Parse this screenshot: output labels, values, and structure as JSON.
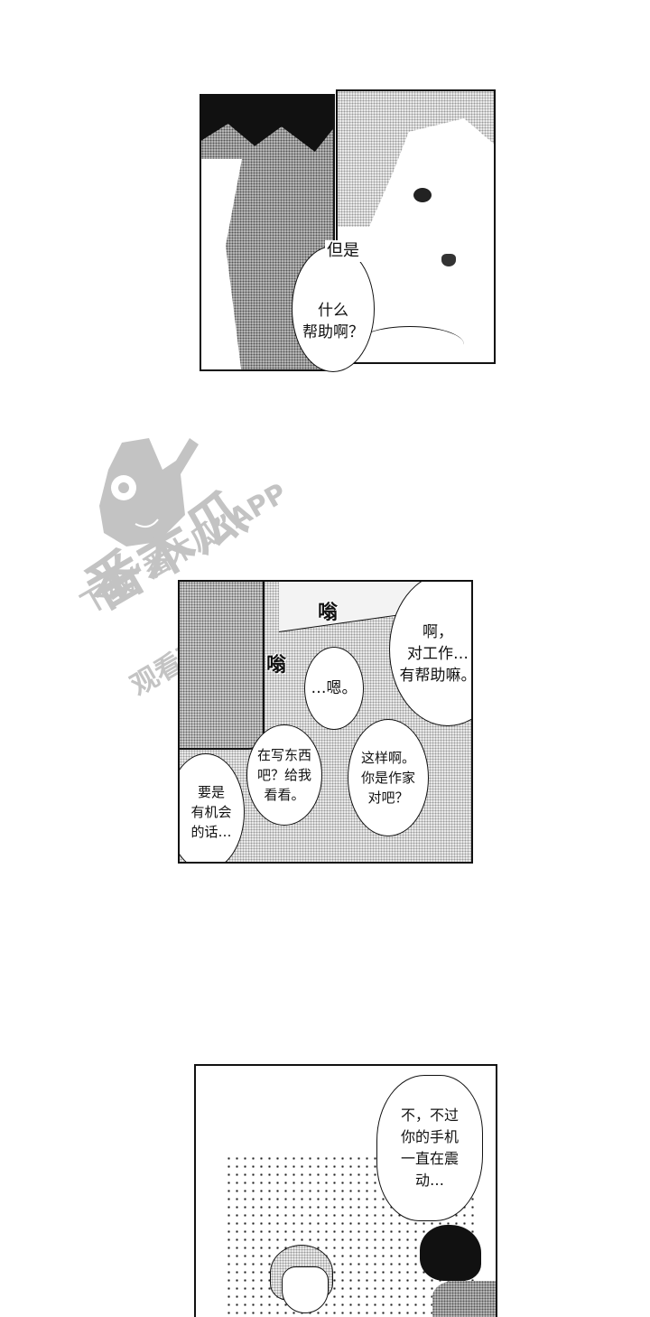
{
  "panels": [
    {
      "id": "panel-1",
      "bubbles": [
        {
          "text": "但是",
          "position": "outside-top"
        },
        {
          "text": "什么\n帮助啊？"
        }
      ]
    },
    {
      "id": "panel-2",
      "sfx": [
        "嗡",
        "嗡"
      ],
      "bubbles": [
        {
          "text": "啊，\n对工作…\n有帮助嘛。"
        },
        {
          "text": "…嗯。"
        },
        {
          "text": "在写东西\n吧？给我\n看看。"
        },
        {
          "text": "这样啊。\n你是作家\n对吧？"
        },
        {
          "text": "要是\n有机会\n的话…"
        }
      ]
    },
    {
      "id": "panel-3",
      "bubbles": [
        {
          "text": "不，不过\n你的手机\n一直在震\n动…"
        }
      ]
    }
  ],
  "watermark": {
    "brand": "番木瓜",
    "line1": "下载“番木瓜”APP",
    "line2": "观看更多作品"
  },
  "colors": {
    "ink": "#111111",
    "paper": "#ffffff",
    "watermark": "#c3c3c3"
  }
}
